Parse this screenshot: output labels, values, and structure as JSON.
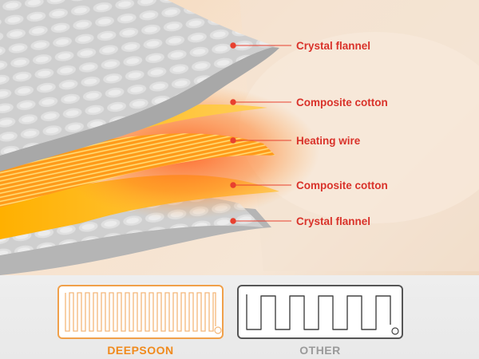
{
  "layers": [
    {
      "label": "Crystal flannel"
    },
    {
      "label": "Composite cotton"
    },
    {
      "label": "Heating wire"
    },
    {
      "label": "Composite cotton"
    },
    {
      "label": "Crystal flannel"
    }
  ],
  "comparison": {
    "left_label": "DEEPSOON",
    "right_label": "OTHER"
  },
  "colors": {
    "label_red": "#d9322a",
    "dot_red": "#e8402f",
    "brand_orange": "#f08a1c",
    "other_gray": "#999999",
    "flannel_gray": "#b9b9b9",
    "heating_orange": "#ff9a1a"
  }
}
